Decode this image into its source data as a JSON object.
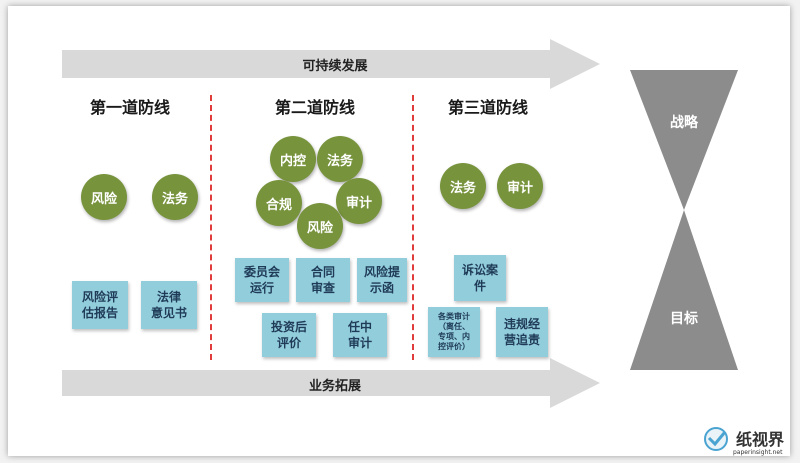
{
  "arrows": {
    "top_label": "可持续发展",
    "bottom_label": "业务拓展"
  },
  "lines": [
    {
      "title": "第一道防线",
      "circles": [
        "风险",
        "法务"
      ],
      "boxes": [
        "风险评\n估报告",
        "法律\n意见书"
      ]
    },
    {
      "title": "第二道防线",
      "circles": [
        "内控",
        "法务",
        "合规",
        "审计",
        "风险"
      ],
      "boxes": [
        "委员会\n运行",
        "合同\n审查",
        "风险提\n示函",
        "投资后\n评价",
        "任中\n审计"
      ]
    },
    {
      "title": "第三道防线",
      "circles": [
        "法务",
        "审计"
      ],
      "boxes": [
        "诉讼案\n件",
        "各类审计\n（离任、\n专项、内\n控评价）",
        "违规经\n营追责"
      ]
    }
  ],
  "hourglass": {
    "top_label": "战略",
    "bottom_label": "目标"
  },
  "watermark": {
    "text": "纸视界",
    "url": "paperinsight.net"
  },
  "colors": {
    "circle": "#77933c",
    "box": "#92cddc",
    "divider": "#e03c3c",
    "arrow": "#d9d9d9",
    "hourglass": "#8c8c8c"
  }
}
